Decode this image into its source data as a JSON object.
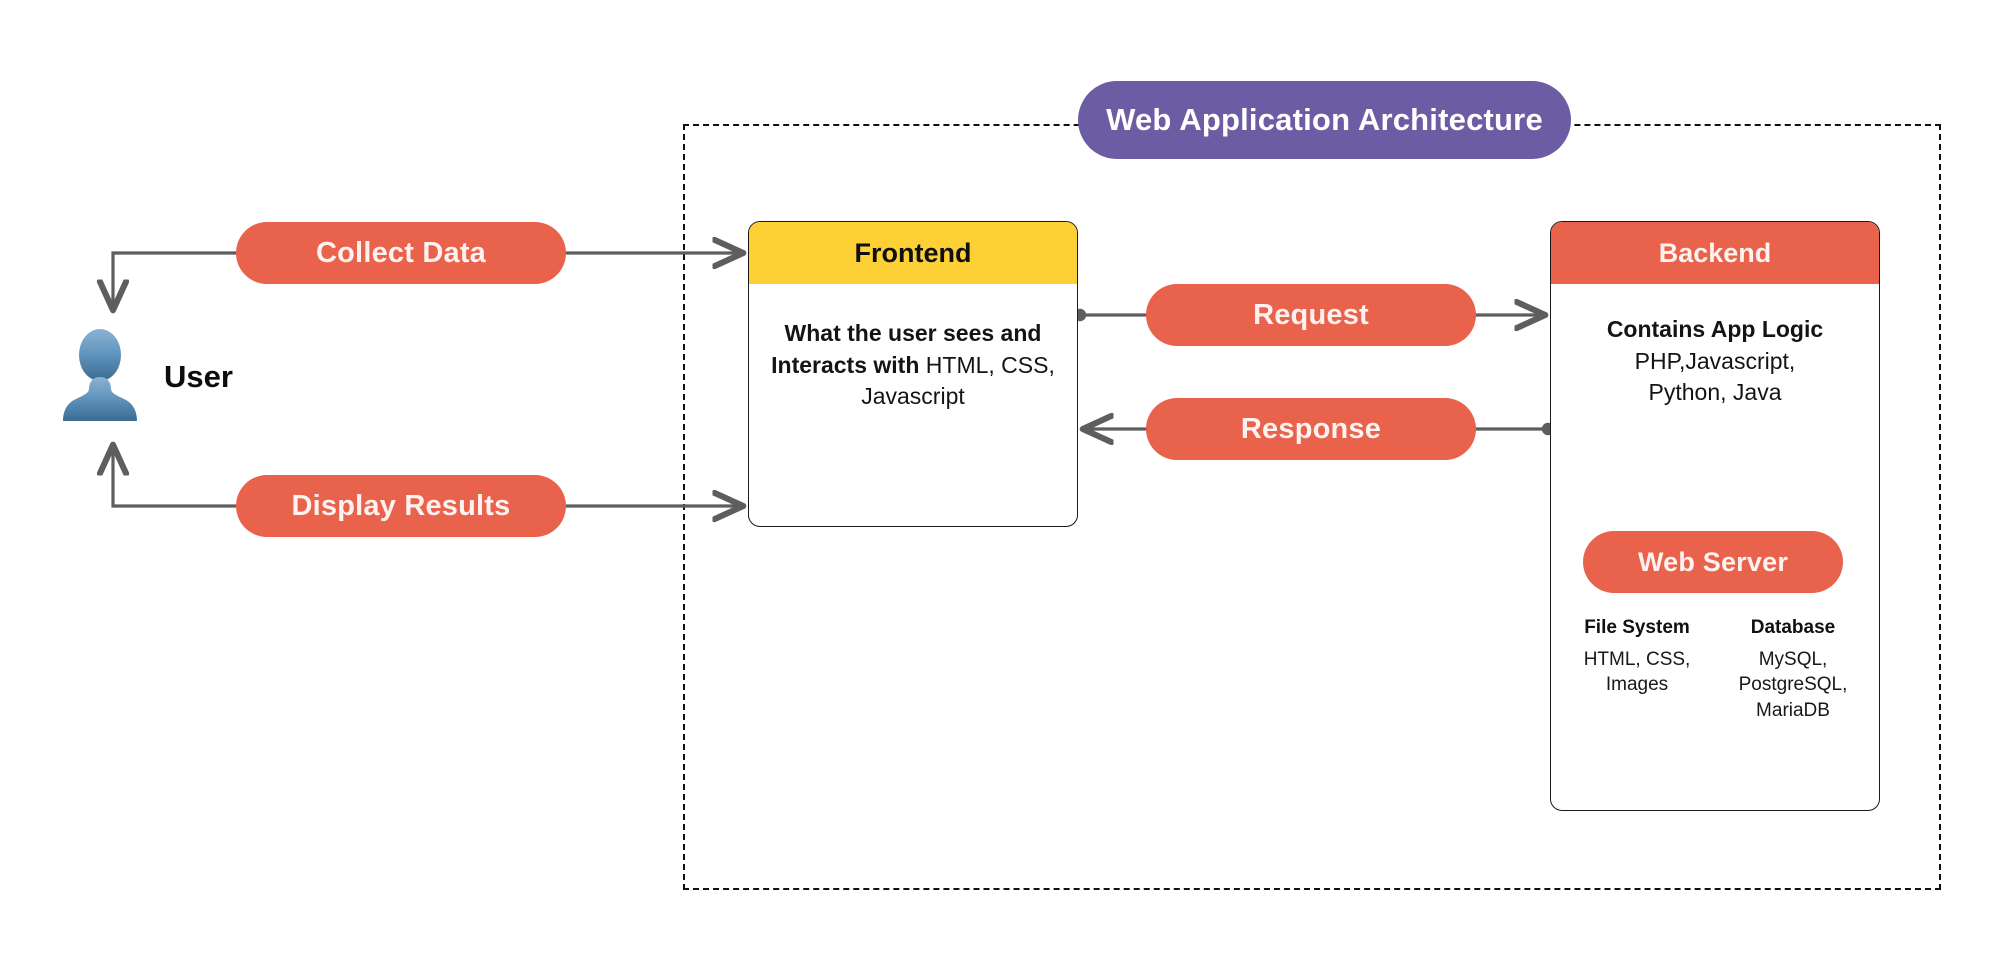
{
  "diagram": {
    "title": "Web Application Architecture",
    "actor": {
      "label": "User",
      "icon": "user-avatar-icon"
    },
    "flow_pills": [
      {
        "id": "collect-data",
        "label": "Collect Data"
      },
      {
        "id": "display-results",
        "label": "Display Results"
      },
      {
        "id": "request",
        "label": "Request"
      },
      {
        "id": "response",
        "label": "Response"
      }
    ],
    "frontend": {
      "header": "Frontend",
      "body_strong": "What the user sees and Interacts with",
      "body_normal": "HTML, CSS, Javascript"
    },
    "backend": {
      "header": "Backend",
      "body_strong": "Contains App Logic",
      "body_line_1": "PHP,Javascript,",
      "body_line_2": "Python, Java",
      "web_server_label": "Web Server",
      "columns": [
        {
          "title": "File System",
          "line_1": "HTML, CSS,",
          "line_2": "Images",
          "line_3": ""
        },
        {
          "title": "Database",
          "line_1": "MySQL,",
          "line_2": "PostgreSQL,",
          "line_3": "MariaDB"
        }
      ]
    },
    "colors": {
      "accent_salmon": "#e8624c",
      "accent_yellow": "#fdd035",
      "accent_purple": "#6b5ca3",
      "connector_gray": "#5e5e5e",
      "boundary": "#111111"
    }
  }
}
